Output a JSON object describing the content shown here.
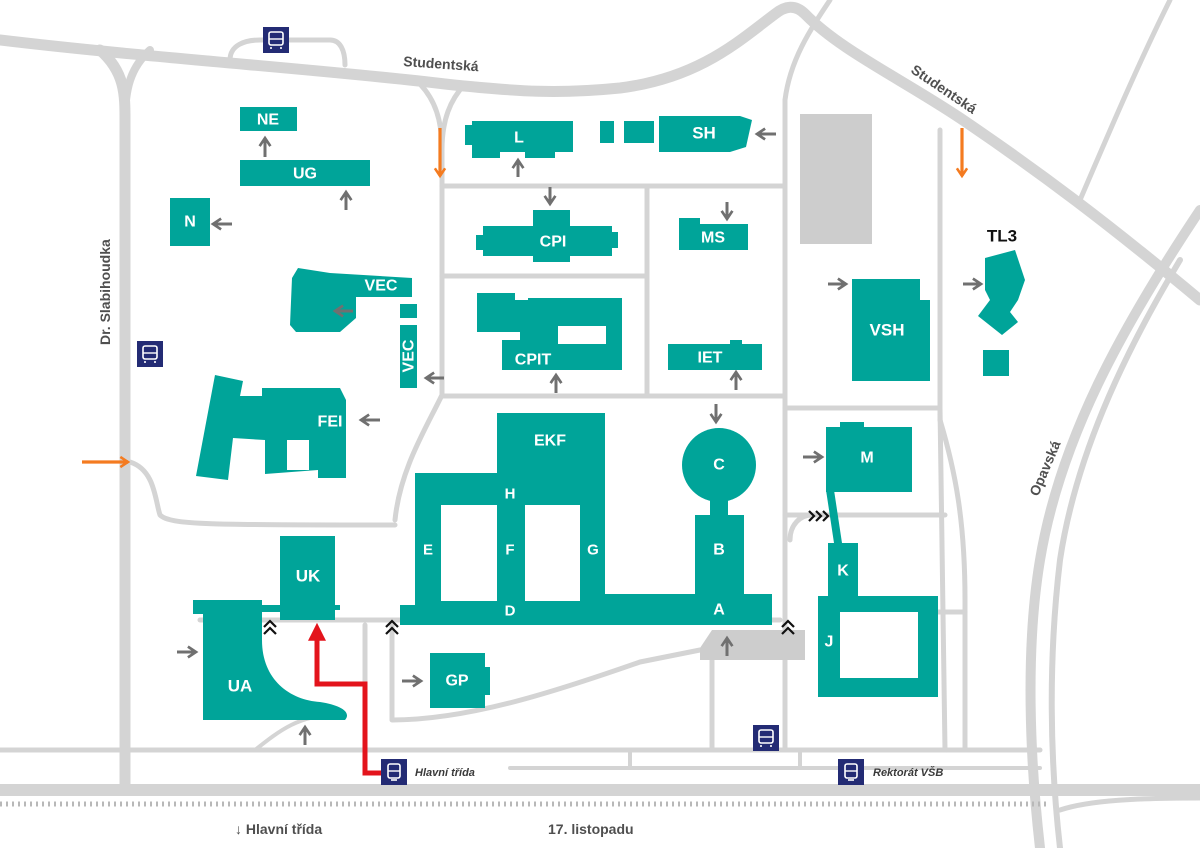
{
  "colors": {
    "building": "#00a499",
    "road": "#d4d4d4",
    "path": "#d4d4d4",
    "parking": "#cdcdcd",
    "entrance_arrow": "#f47b20",
    "route": "#e3141c",
    "stop_badge": "#232b74",
    "grey_arrow": "#707070"
  },
  "streets": {
    "studentska_west": "Studentská",
    "studentska_east": "Studentská",
    "slabihoudka": "Dr. Slabihoudka",
    "opavska": "Opavská",
    "hlavni_trida_bottom": "↓ Hlavní třída",
    "listopadu": "17. listopadu"
  },
  "stops": {
    "hlavni_trida": "Hlavní třída",
    "rektorat": "Rektorát VŠB"
  },
  "buildings": {
    "ne": "NE",
    "ug": "UG",
    "n": "N",
    "l": "L",
    "sh": "SH",
    "cpi": "CPI",
    "ms": "MS",
    "vec_h": "VEC",
    "vec_v": "VEC",
    "cpit": "CPIT",
    "iet": "IET",
    "fei": "FEI",
    "vsh": "VSH",
    "tl3": "TL3",
    "ekf": "EKF",
    "h": "H",
    "e": "E",
    "f": "F",
    "g": "G",
    "d": "D",
    "c": "C",
    "b": "B",
    "a": "A",
    "m": "M",
    "k": "K",
    "j": "J",
    "uk": "UK",
    "ua": "UA",
    "gp": "GP"
  },
  "icons": {
    "bus_stop": "bus-stop-icon",
    "tram_stop": "tram-stop-icon",
    "entrance_arrow": "entrance-arrow-icon",
    "walking_route": "route-arrow-icon",
    "access_arrow": "gray-arrow-icon"
  }
}
